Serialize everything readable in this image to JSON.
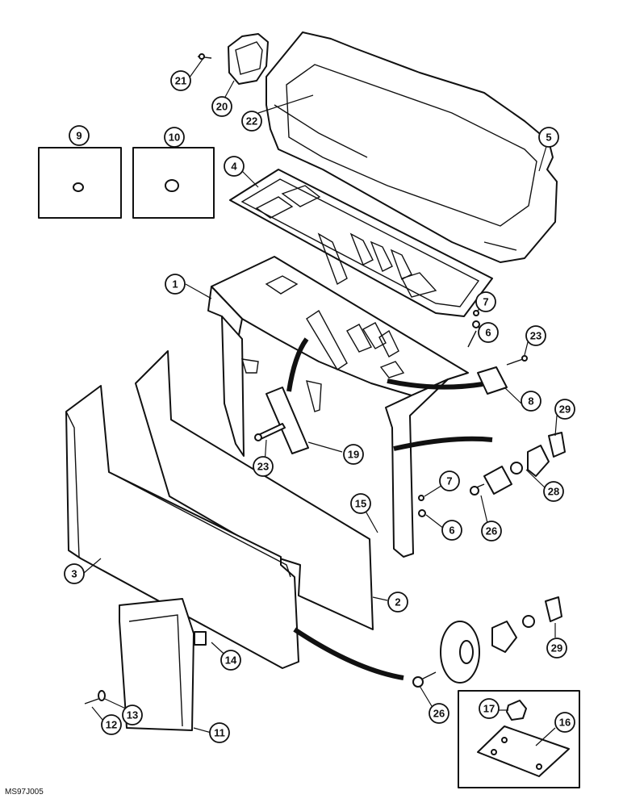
{
  "catalog_code": "MS97J005",
  "callouts": {
    "c1": "1",
    "c2": "2",
    "c3": "3",
    "c4": "4",
    "c5": "5",
    "c6a": "6",
    "c6b": "6",
    "c7a": "7",
    "c7b": "7",
    "c8": "8",
    "c9": "9",
    "c10": "10",
    "c11": "11",
    "c12": "12",
    "c13": "13",
    "c14": "14",
    "c15": "15",
    "c16": "16",
    "c17": "17",
    "c19": "19",
    "c20": "20",
    "c21": "21",
    "c22": "22",
    "c23a": "23",
    "c23b": "23",
    "c26a": "26",
    "c26b": "26",
    "c28": "28",
    "c29a": "29",
    "c29b": "29"
  }
}
